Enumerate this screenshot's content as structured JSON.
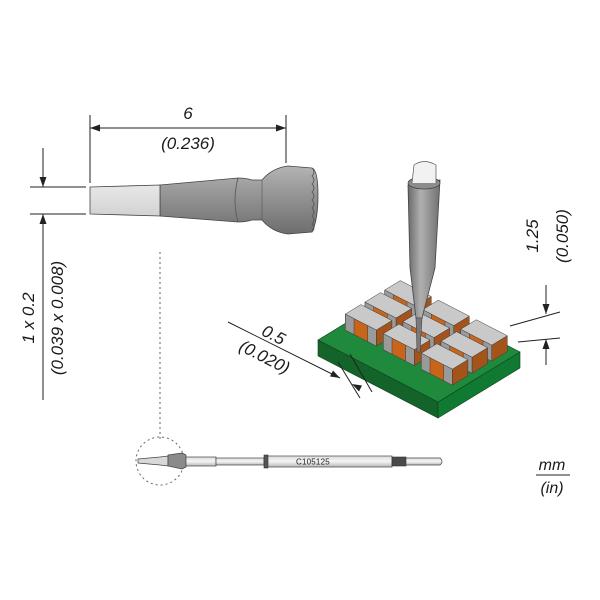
{
  "dimensions": {
    "length_mm": "6",
    "length_in": "(0.236)",
    "tip_mm": "1 x 0.2",
    "tip_in": "(0.039 x 0.008)",
    "height_mm": "1.25",
    "height_in": "(0.050)",
    "pitch_mm": "0.5",
    "pitch_in": "(0.020)"
  },
  "part_number": "C105125",
  "units": {
    "primary": "mm",
    "secondary": "(in)"
  },
  "colors": {
    "pcb_green": "#1f8a3c",
    "component_orange": "#c8651b",
    "component_gray": "#9a9a9a",
    "tip_gray": "#8a8a8a"
  }
}
